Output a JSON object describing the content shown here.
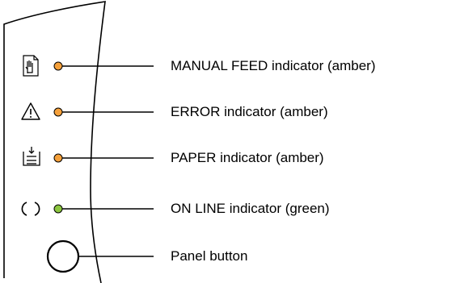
{
  "indicators": [
    {
      "icon": "manual-feed-icon",
      "label": "MANUAL FEED indicator (amber)",
      "led_color": "#f5a03a"
    },
    {
      "icon": "error-warning-icon",
      "label": "ERROR indicator (amber)",
      "led_color": "#f5a03a"
    },
    {
      "icon": "paper-tray-icon",
      "label": "PAPER indicator (amber)",
      "led_color": "#f5a03a"
    },
    {
      "icon": "power-circle-icon",
      "label": "ON LINE indicator (green)",
      "led_color": "#8cc63f"
    }
  ],
  "panel_button": {
    "label": "Panel button"
  },
  "colors": {
    "line": "#000000",
    "amber": "#f5a03a",
    "green": "#8cc63f"
  }
}
